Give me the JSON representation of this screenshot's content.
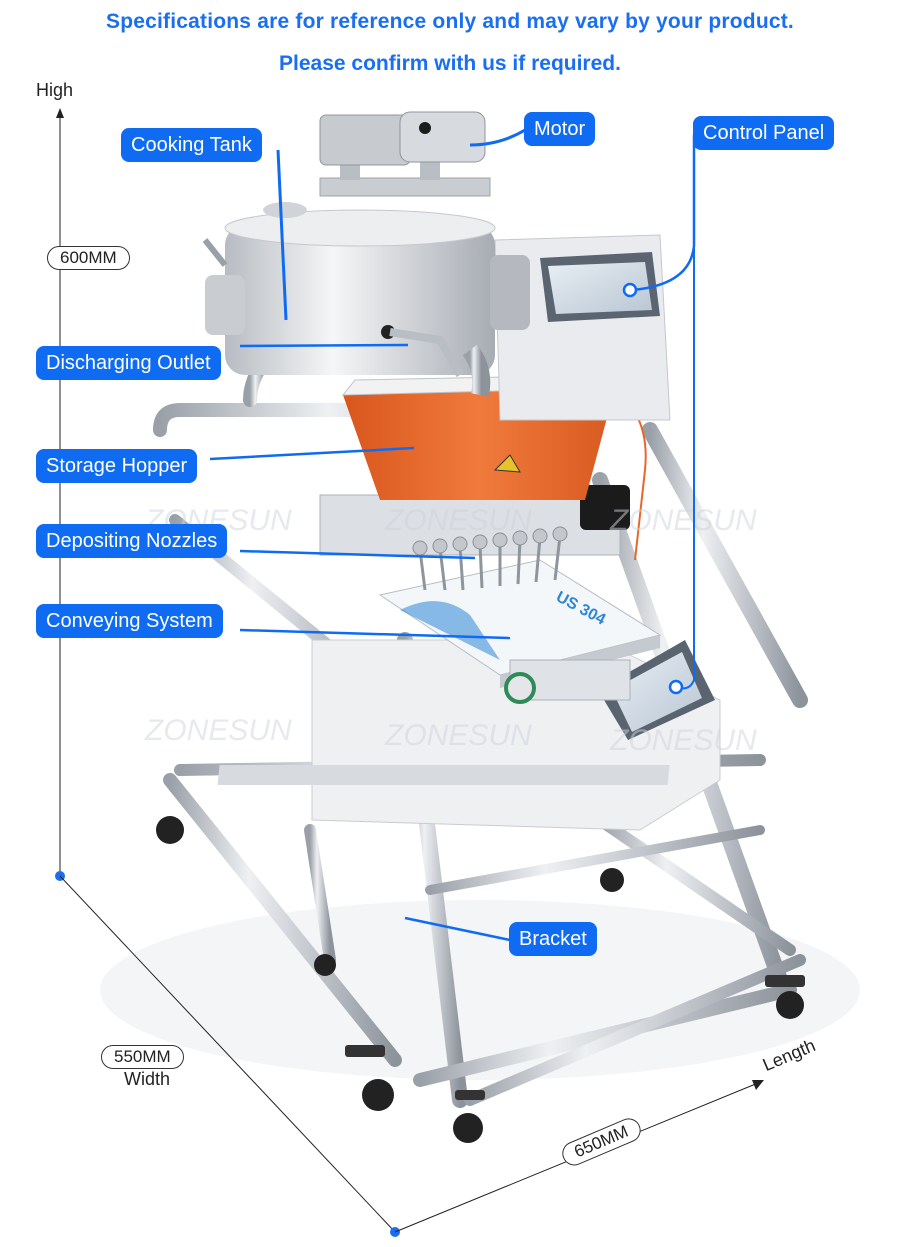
{
  "notice": {
    "line1": "Specifications are for reference only and may vary by your product.",
    "line2": "Please confirm with us if required."
  },
  "dimensions": {
    "height_axis_label": "High",
    "height_value": "600MM",
    "width_value": "550MM",
    "width_axis_label": "Width",
    "length_value": "650MM",
    "length_axis_label": "Length"
  },
  "callouts": [
    {
      "label": "Cooking Tank"
    },
    {
      "label": "Motor"
    },
    {
      "label": "Control Panel"
    },
    {
      "label": "Discharging Outlet"
    },
    {
      "label": "Storage Hopper"
    },
    {
      "label": "Depositing Nozzles"
    },
    {
      "label": "Conveying System"
    },
    {
      "label": "Bracket"
    }
  ],
  "product": {
    "watermark": "ZONESUN",
    "tray_marking": "US 304"
  },
  "colors": {
    "accent_blue": "#0f6cf2",
    "hopper_orange": "#e8662a",
    "steel": "#c9ccd1"
  }
}
